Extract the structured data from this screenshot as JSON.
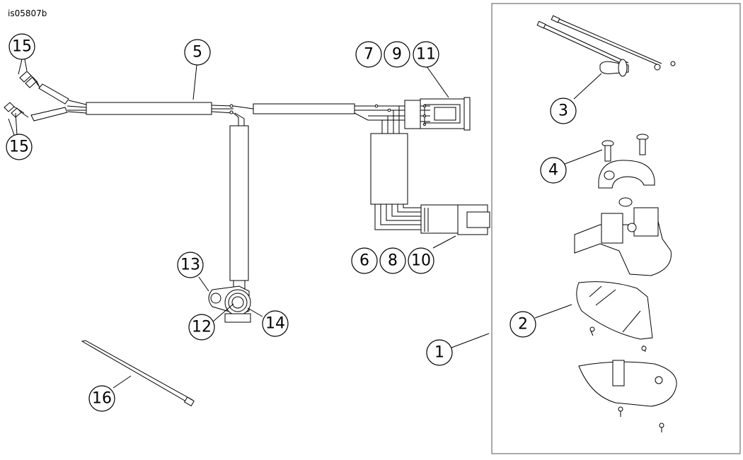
{
  "document_id": "is05807b",
  "callouts": {
    "c1": "1",
    "c2": "2",
    "c3": "3",
    "c4": "4",
    "c5": "5",
    "c6": "6",
    "c7": "7",
    "c8": "8",
    "c9": "9",
    "c10": "10",
    "c11": "11",
    "c12": "12",
    "c13": "13",
    "c14": "14",
    "c15a": "15",
    "c15b": "15",
    "c16": "16"
  }
}
